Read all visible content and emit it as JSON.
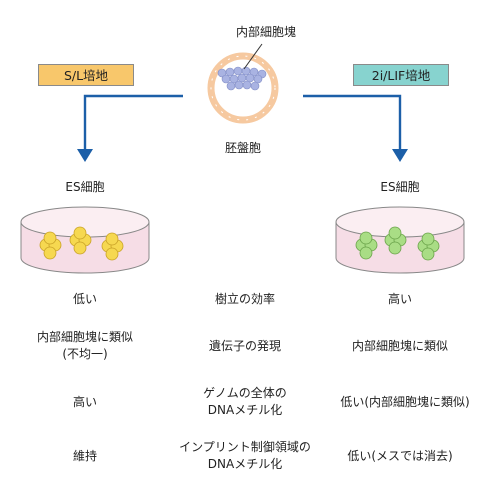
{
  "embryo": {
    "icm_label": "内部細胞塊",
    "blastocyst_label": "胚盤胞"
  },
  "left_medium": {
    "label": "S/L培地",
    "color": "#f8c76b"
  },
  "right_medium": {
    "label": "2i/LIF培地",
    "color": "#87d3cf"
  },
  "left_cells_label": "ES細胞",
  "right_cells_label": "ES細胞",
  "colors": {
    "arrow": "#1c5fa8",
    "dish_fill": "#f6dde6",
    "left_colony": "#f6d850",
    "right_colony": "#a9dd85",
    "icm_cells": "#a9b3e2",
    "trophectoderm": "#f6c9a0"
  },
  "rows": [
    {
      "left": [
        "低い"
      ],
      "center": [
        "樹立の効率"
      ],
      "right": [
        "高い"
      ]
    },
    {
      "left": [
        "内部細胞塊に類似",
        "(不均一)"
      ],
      "center": [
        "遺伝子の発現"
      ],
      "right": [
        "内部細胞塊に類似"
      ]
    },
    {
      "left": [
        "高い"
      ],
      "center": [
        "ゲノムの全体の",
        "DNAメチル化"
      ],
      "right": [
        "低い(内部細胞塊に類似)"
      ]
    },
    {
      "left": [
        "維持"
      ],
      "center": [
        "インプリント制御領域の",
        "DNAメチル化"
      ],
      "right": [
        "低い(メスでは消去)"
      ]
    }
  ]
}
